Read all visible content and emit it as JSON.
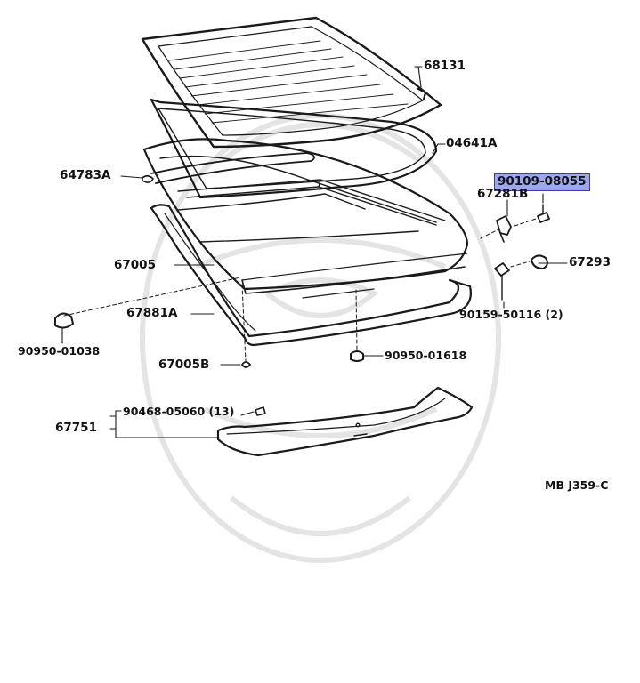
{
  "colors": {
    "line": "#1a1a1a",
    "highlight_bg": "#9ea7ea",
    "highlight_border": "#3a3aa8",
    "watermark": "#e4e4e4"
  },
  "parts": {
    "p68131": "68131",
    "p04641A": "04641A",
    "p64783A": "64783A",
    "p90109_08055": "90109-08055",
    "p67281B": "67281B",
    "p67005": "67005",
    "p67293": "67293",
    "p90159_50116": "90159-50116 (2)",
    "p67881A": "67881A",
    "p90950_01038": "90950-01038",
    "p67005B": "67005B",
    "p90950_01618": "90950-01618",
    "p90468_05060": "90468-05060 (13)",
    "p67751": "67751"
  },
  "diagram_code": "MB J359-C"
}
